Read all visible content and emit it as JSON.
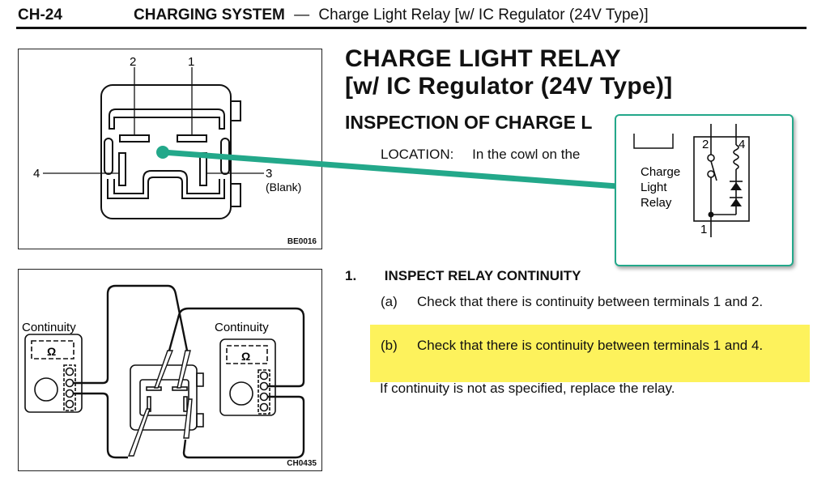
{
  "header": {
    "page_code": "CH-24",
    "section": "CHARGING SYSTEM",
    "separator": "—",
    "topic": "Charge Light Relay [w/ IC Regulator (24V Type)]"
  },
  "main": {
    "title_line1": "CHARGE LIGHT RELAY",
    "title_line2": "[w/ IC Regulator (24V Type)]",
    "subtitle": "INSPECTION OF CHARGE L",
    "location_label": "LOCATION:",
    "location_text": "In the cowl on the",
    "step": {
      "number": "1.",
      "title": "INSPECT RELAY CONTINUITY",
      "items": [
        {
          "tag": "(a)",
          "text": "Check that there is continuity between terminals 1 and 2."
        },
        {
          "tag": "(b)",
          "text": "Check that there is continuity between terminals 1 and 4."
        }
      ],
      "note": "If continuity is not as specified, replace the relay."
    }
  },
  "figure_connector": {
    "terminal_labels": [
      "1",
      "2",
      "3",
      "4"
    ],
    "terminal_3_note": "(Blank)",
    "code": "BE0016"
  },
  "figure_test": {
    "meter_labels": [
      "Continuity",
      "Continuity"
    ],
    "meter_symbol": "Ω",
    "code": "CH0435"
  },
  "inset": {
    "label_lines": [
      "Charge",
      "Light",
      "Relay"
    ],
    "terminals": [
      "2",
      "4",
      "1"
    ]
  },
  "annotations": {
    "highlight_color": "#FDF25C",
    "callout_color": "#23A88A"
  }
}
